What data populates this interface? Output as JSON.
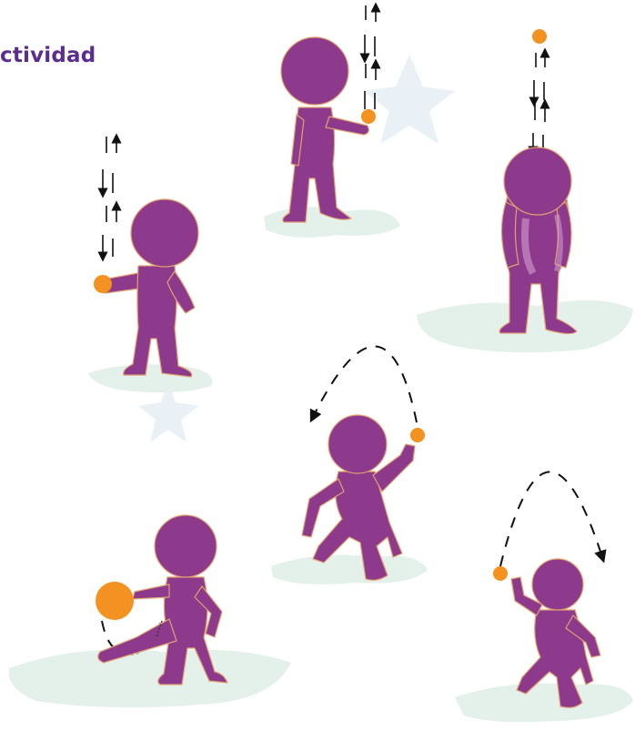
{
  "page": {
    "title": "ctividad"
  },
  "colors": {
    "figure": "#8e3a8c",
    "figure_outline": "#e0a070",
    "ball": "#f39220",
    "ground": "#e4f0ea",
    "star": "#e9f1f6",
    "arrow": "#111111",
    "title": "#5b2d8e"
  },
  "scene": {
    "figures": [
      "figure-holding-ball-up",
      "figure-tossing-ball-up",
      "figure-ball-on-head",
      "figure-throwing-ball-arc",
      "figure-kicking-ball",
      "figure-catching-ball-arc"
    ]
  }
}
